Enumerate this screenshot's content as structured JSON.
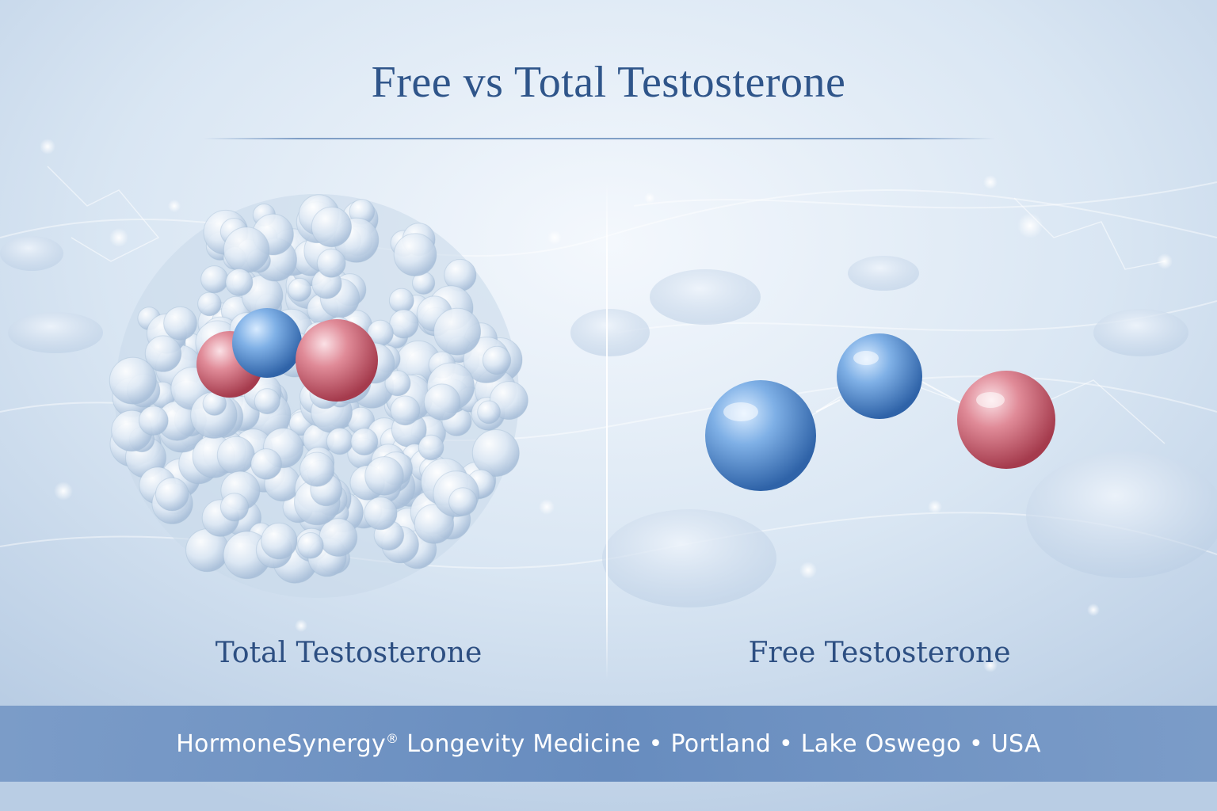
{
  "title": "Free vs Total Testosterone",
  "panels": {
    "left_label": "Total Testosterone",
    "right_label": "Free Testosterone"
  },
  "footer": {
    "brand": "HormoneSynergy",
    "registered_mark": "®",
    "tagline": " Longevity Medicine • Portland • Lake Oswego • USA"
  },
  "colors": {
    "background": "#d7e4f2",
    "title": "#2f558a",
    "label": "#2d4f82",
    "banner": "#6f93c2",
    "molecule_blue": "#4f86c6",
    "molecule_red": "#c85a6a"
  },
  "icons": [
    "protein-cluster-illustration",
    "blue-molecule-icon",
    "red-molecule-icon",
    "cell-blob-icon"
  ]
}
